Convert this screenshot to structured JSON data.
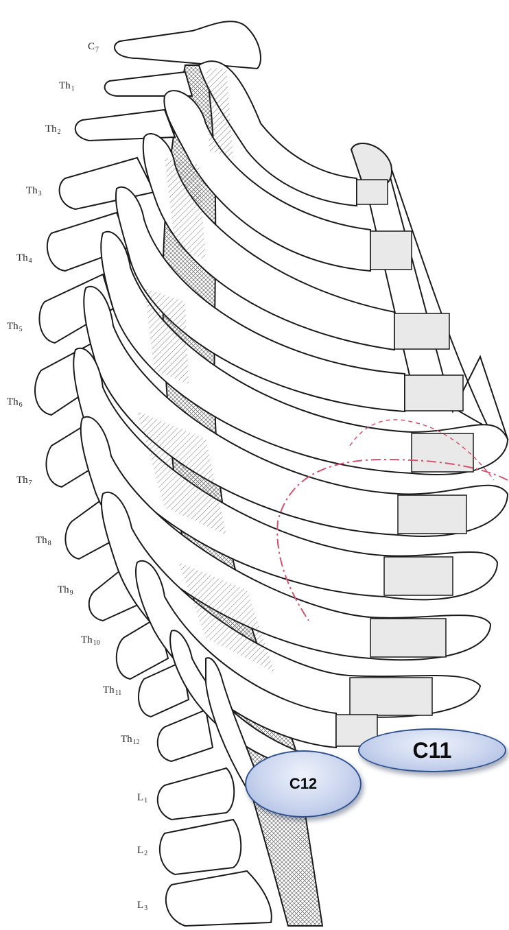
{
  "vertebra_labels": [
    {
      "prefix": "C",
      "sub": "7"
    },
    {
      "prefix": "Th",
      "sub": "1"
    },
    {
      "prefix": "Th",
      "sub": "2"
    },
    {
      "prefix": "Th",
      "sub": "3"
    },
    {
      "prefix": "Th",
      "sub": "4"
    },
    {
      "prefix": "Th",
      "sub": "5"
    },
    {
      "prefix": "Th",
      "sub": "6"
    },
    {
      "prefix": "Th",
      "sub": "7"
    },
    {
      "prefix": "Th",
      "sub": "8"
    },
    {
      "prefix": "Th",
      "sub": "9"
    },
    {
      "prefix": "Th",
      "sub": "10"
    },
    {
      "prefix": "Th",
      "sub": "11"
    },
    {
      "prefix": "Th",
      "sub": "12"
    },
    {
      "prefix": "L",
      "sub": "1"
    },
    {
      "prefix": "L",
      "sub": "2"
    },
    {
      "prefix": "L",
      "sub": "3"
    }
  ],
  "badges": {
    "c11": "C11",
    "c12": "C12"
  },
  "colors": {
    "line": "#1a1a1a",
    "cartilage": "#e9e9e9",
    "hatch": "#555555",
    "liver_outline": "#d4526e",
    "badge_fill": "#c9d4ee",
    "badge_border": "#2f528f"
  }
}
